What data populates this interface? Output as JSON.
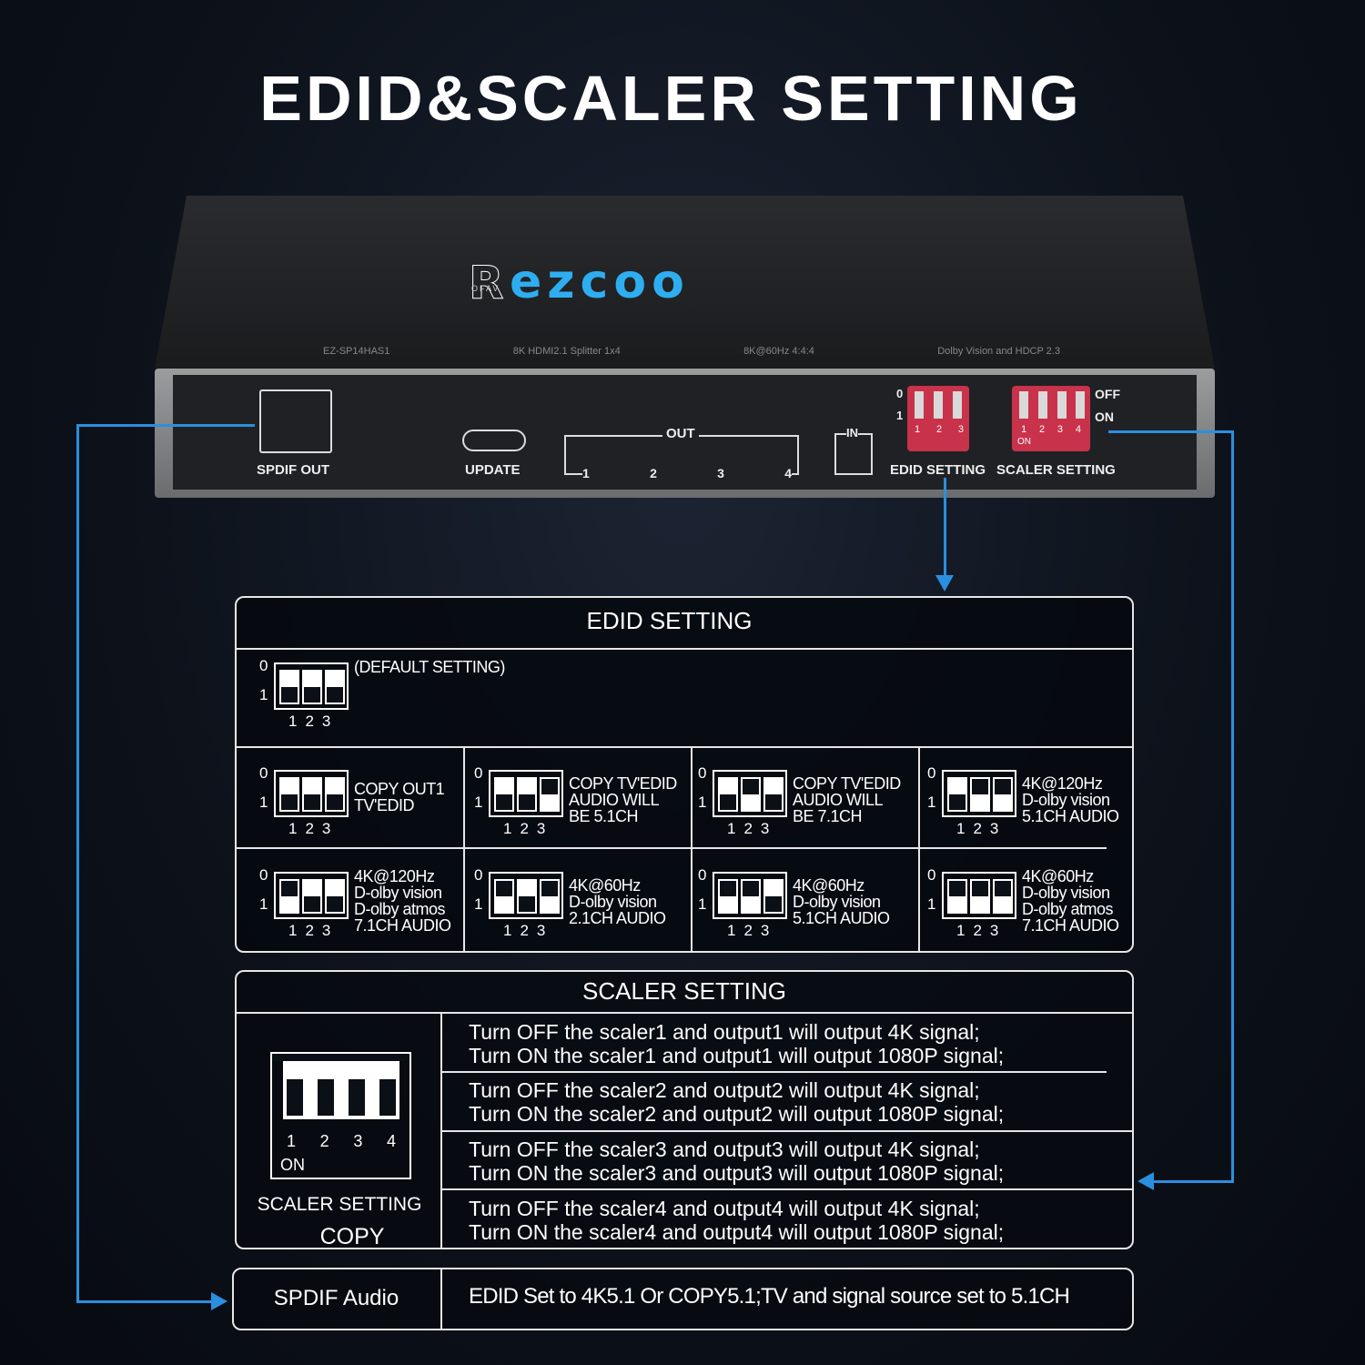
{
  "title": "EDID&SCALER SETTING",
  "device": {
    "logo": {
      "letter": "R",
      "small": "OFAV",
      "text": "ezcoo"
    },
    "specs": [
      "EZ-SP14HAS1",
      "8K HDMI2.1 Splitter 1x4",
      "8K@60Hz 4:4:4",
      "Dolby Vision and HDCP 2.3"
    ],
    "spdif_label": "SPDIF OUT",
    "update_label": "UPDATE",
    "out_label": "OUT",
    "out_ports": [
      "1",
      "2",
      "3",
      "4"
    ],
    "in_label": "IN",
    "edid_label": "EDID SETTING",
    "scaler_label": "SCALER SETTING",
    "edid_0": "0",
    "edid_1": "1",
    "edid_nums": [
      "1",
      "2",
      "3"
    ],
    "scaler_off": "OFF",
    "scaler_on": "ON",
    "scaler_nums": [
      "1",
      "2",
      "3",
      "4"
    ],
    "scaler_on_small": "ON",
    "dip_color": "#c8324a"
  },
  "accent_color": "#2a8fe0",
  "edid": {
    "title": "EDID SETTING",
    "default": {
      "state": "000",
      "label": "(DEFAULT SETTING)"
    },
    "options": [
      {
        "state": "000",
        "label": "COPY OUT1\nTV'EDID"
      },
      {
        "state": "001",
        "label": "COPY TV'EDID\nAUDIO WILL\nBE 5.1CH"
      },
      {
        "state": "010",
        "label": "COPY TV'EDID\nAUDIO WILL\nBE 7.1CH"
      },
      {
        "state": "011",
        "label": "4K@120Hz\nD-olby vision\n5.1CH AUDIO"
      },
      {
        "state": "100",
        "label": "4K@120Hz\nD-olby vision\nD-olby atmos\n7.1CH AUDIO"
      },
      {
        "state": "101",
        "label": "4K@60Hz\nD-olby vision\n2.1CH AUDIO"
      },
      {
        "state": "110",
        "label": "4K@60Hz\nD-olby vision\n5.1CH AUDIO"
      },
      {
        "state": "111",
        "label": "4K@60Hz\nD-olby vision\nD-olby atmos\n7.1CH AUDIO"
      }
    ],
    "zero": "0",
    "one": "1",
    "nums": "123"
  },
  "scaler": {
    "title": "SCALER SETTING",
    "diagram_nums": [
      "1",
      "2",
      "3",
      "4"
    ],
    "diagram_on": "ON",
    "caption": "SCALER SETTING",
    "caption2": "COPY",
    "rows": [
      "Turn OFF the scaler1 and output1 will output 4K signal;\nTurn ON the scaler1 and output1 will output 1080P signal;",
      "Turn OFF the scaler2  and output2 will output 4K signal;\nTurn ON the scaler2  and output2 will output 1080P signal;",
      "Turn OFF the scaler3 and output3 will output 4K signal;\nTurn ON the scaler3 and output3 will output 1080P signal;",
      "Turn OFF the scaler4 and output4 will output 4K signal;\nTurn ON the scaler4 and output4 will output 1080P signal;"
    ]
  },
  "spdif": {
    "label": "SPDIF Audio",
    "text": "EDID Set to 4K5.1 Or COPY5.1;TV and signal source set to 5.1CH"
  }
}
